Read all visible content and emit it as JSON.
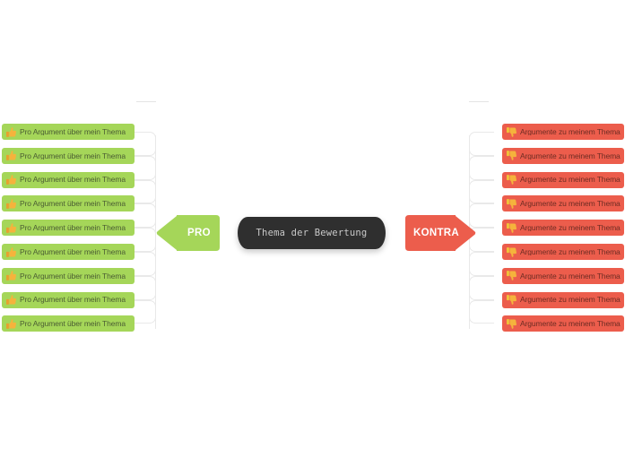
{
  "center": {
    "label": "Thema der Bewertung",
    "bg_color": "#2f2f2f",
    "text_color": "#c9c9c9"
  },
  "branches": {
    "pro": {
      "arrow_label": "PRO",
      "arrow_color": "#a5d659",
      "direction": "left",
      "item_icon": "thumbs-up-icon",
      "item_bg_color": "#a5d659",
      "items": [
        {
          "label": "Pro Argument über mein Thema"
        },
        {
          "label": "Pro Argument über mein Thema"
        },
        {
          "label": "Pro Argument über mein Thema"
        },
        {
          "label": "Pro Argument über mein Thema"
        },
        {
          "label": "Pro Argument über mein Thema"
        },
        {
          "label": "Pro Argument über mein Thema"
        },
        {
          "label": "Pro Argument über mein Thema"
        },
        {
          "label": "Pro Argument über mein Thema"
        },
        {
          "label": "Pro Argument über mein Thema"
        }
      ]
    },
    "kontra": {
      "arrow_label": "KONTRA",
      "arrow_color": "#ec5d4c",
      "direction": "right",
      "item_icon": "thumbs-down-icon",
      "item_bg_color": "#ec5d4c",
      "items": [
        {
          "label": "Argumente zu meinem Thema"
        },
        {
          "label": "Argumente zu meinem Thema"
        },
        {
          "label": "Argumente zu meinem Thema"
        },
        {
          "label": "Argumente zu meinem Thema"
        },
        {
          "label": "Argumente zu meinem Thema"
        },
        {
          "label": "Argumente zu meinem Thema"
        },
        {
          "label": "Argumente zu meinem Thema"
        },
        {
          "label": "Argumente zu meinem Thema"
        },
        {
          "label": "Argumente zu meinem Thema"
        }
      ]
    }
  },
  "colors": {
    "background": "#ffffff",
    "connector": "#e9e9e9",
    "icon_accent": "#f5b33c",
    "pro_text": "#4b5d33",
    "kontra_text": "#6d2c23"
  }
}
